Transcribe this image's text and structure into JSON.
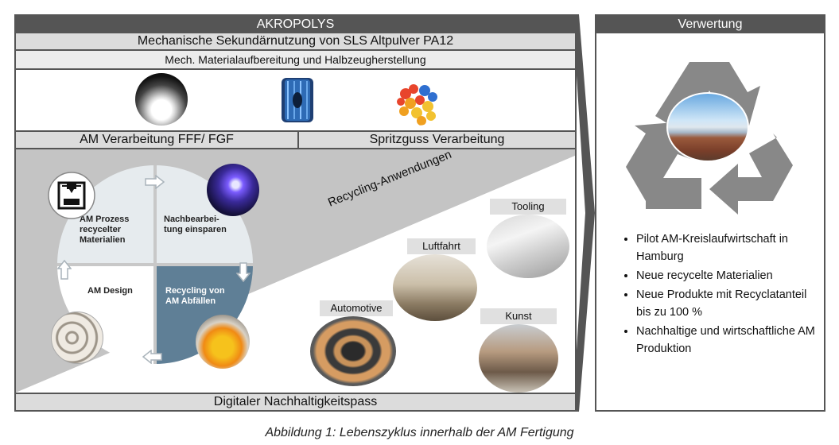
{
  "left_panel": {
    "header": "AKROPOLYS",
    "subtitle": "Mechanische Sekundärnutzung von SLS Altpulver PA12",
    "subheader": "Mech. Materialaufbereitung und Halbzeugherstellung",
    "process_left": "AM Verarbeitung FFF/ FGF",
    "process_right": "Spritzguss Verarbeitung",
    "footer": "Digitaler Nachhaltigkeitspass"
  },
  "cycle": {
    "quadrant_1": "AM Prozess recycelter Materialien",
    "quadrant_2": "Nachbearbei-tung einsparen",
    "quadrant_3": "AM Design",
    "quadrant_4": "Recycling von AM Abfällen"
  },
  "applications": {
    "title": "Recycling-Anwendungen",
    "items": [
      "Tooling",
      "Luftfahrt",
      "Automotive",
      "Kunst"
    ]
  },
  "right_panel": {
    "header": "Verwertung",
    "bullets": [
      "Pilot AM-Kreislaufwirtschaft in Hamburg",
      "Neue recycelte Materialien",
      "Neue Produkte mit Recyclatanteil bis zu 100 %",
      "Nachhaltige und wirtschaftliche AM Produktion"
    ]
  },
  "caption": "Abbildung 1: Lebenszyklus innerhalb der AM Fertigung",
  "colors": {
    "header_gray": "#555555",
    "bar_gray": "#dcdcdc",
    "quadrant_blue": "#5f7f96",
    "quadrant_light": "#e6ebee"
  }
}
